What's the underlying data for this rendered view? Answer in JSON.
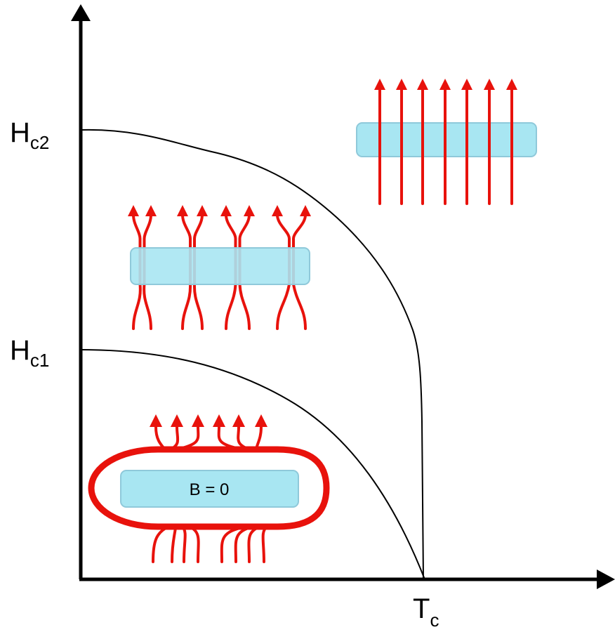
{
  "axes": {
    "hc2_label": {
      "main": "H",
      "sub": "c2"
    },
    "hc1_label": {
      "main": "H",
      "sub": "c1"
    },
    "tc_label": {
      "main": "T",
      "sub": "c"
    }
  },
  "regions": {
    "meissner": {
      "bar_label": "B = 0"
    }
  },
  "colors": {
    "field_lines": "#e8120c",
    "superconductor_bar": "#a8e6f2",
    "curves": "#000000"
  }
}
